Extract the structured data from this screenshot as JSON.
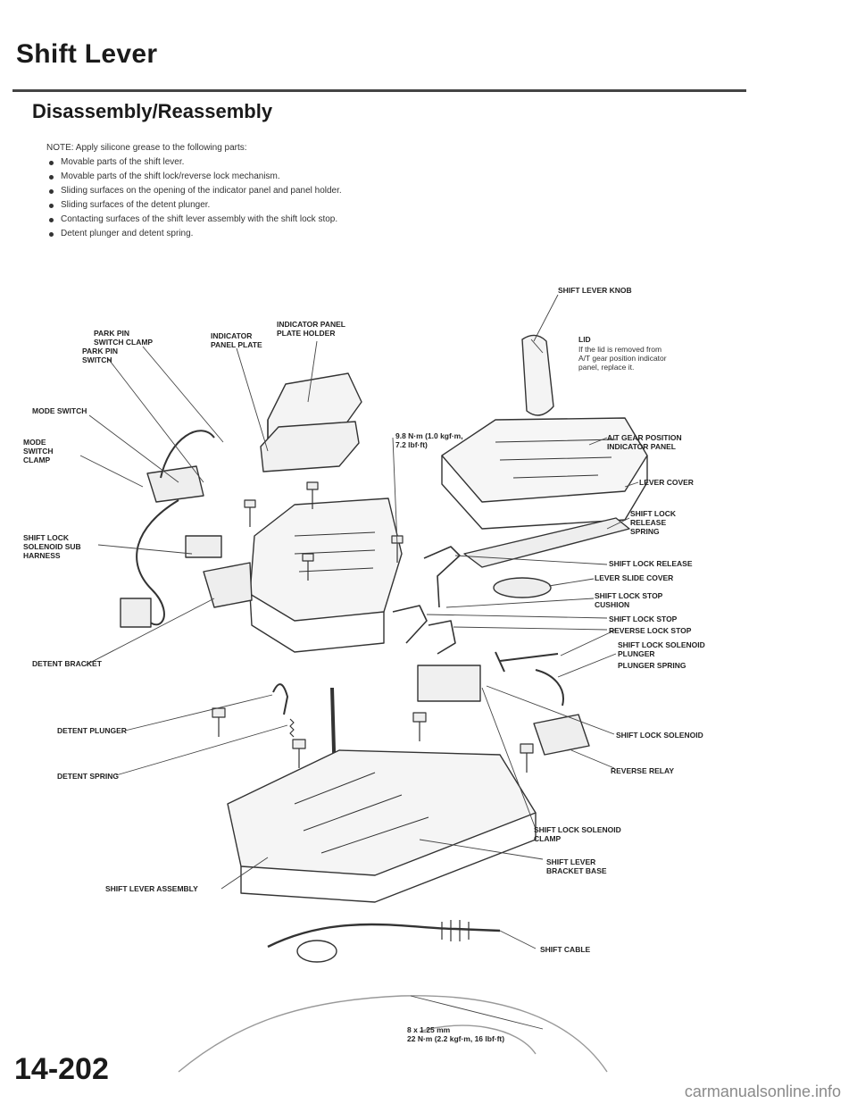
{
  "header": {
    "title": "Shift Lever",
    "subtitle": "Disassembly/Reassembly"
  },
  "notes": {
    "lead": "NOTE: Apply silicone grease to the following parts:",
    "items": [
      "Movable parts of the shift lever.",
      "Movable parts of the shift lock/reverse lock mechanism.",
      "Sliding surfaces on the opening of the indicator panel and panel holder.",
      "Sliding surfaces of the detent plunger.",
      "Contacting surfaces of the shift lever assembly with the shift lock stop.",
      "Detent plunger and detent spring."
    ]
  },
  "labels": {
    "park_pin_switch_clamp": "PARK PIN\nSWITCH CLAMP",
    "park_pin_switch": "PARK PIN\nSWITCH",
    "indicator_panel_plate_holder": "INDICATOR PANEL\nPLATE HOLDER",
    "indicator_panel_plate": "INDICATOR\nPANEL PLATE",
    "shift_lever_knob": "SHIFT LEVER KNOB",
    "lid": "LID",
    "lid_note": "If the lid is removed from\nA/T gear position indicator\npanel, replace it.",
    "mode_switch": "MODE SWITCH",
    "torque_small": "9.8 N·m (1.0 kgf·m,\n7.2 lbf·ft)",
    "at_gear_position_indicator_panel": "A/T GEAR POSITION\nINDICATOR PANEL",
    "mode_switch_clamp": "MODE\nSWITCH\nCLAMP",
    "lever_cover": "LEVER COVER",
    "shift_lock_release_spring": "SHIFT LOCK\nRELEASE\nSPRING",
    "shift_lock_solenoid_sub_harness": "SHIFT LOCK\nSOLENOID SUB\nHARNESS",
    "shift_lock_release": "SHIFT LOCK RELEASE",
    "lever_slide_cover": "LEVER SLIDE COVER",
    "shift_lock_stop_cushion": "SHIFT LOCK STOP\nCUSHION",
    "shift_lock_stop": "SHIFT LOCK STOP",
    "reverse_lock_stop": "REVERSE LOCK STOP",
    "detent_bracket": "DETENT BRACKET",
    "shift_lock_solenoid_plunger": "SHIFT LOCK SOLENOID\nPLUNGER",
    "plunger_spring": "PLUNGER SPRING",
    "detent_plunger": "DETENT PLUNGER",
    "shift_lock_solenoid": "SHIFT LOCK SOLENOID",
    "detent_spring": "DETENT SPRING",
    "reverse_relay": "REVERSE RELAY",
    "shift_lock_solenoid_clamp": "SHIFT LOCK SOLENOID\nCLAMP",
    "shift_lever_bracket_base": "SHIFT LEVER\nBRACKET BASE",
    "shift_lever_assembly": "SHIFT LEVER ASSEMBLY",
    "shift_cable": "SHIFT CABLE",
    "bolt_spec": "8 x 1.25 mm\n22 N·m (2.2 kgf·m, 16 lbf·ft)"
  },
  "footer": {
    "page_number": "14-202",
    "watermark": "carmanualsonline.info"
  }
}
